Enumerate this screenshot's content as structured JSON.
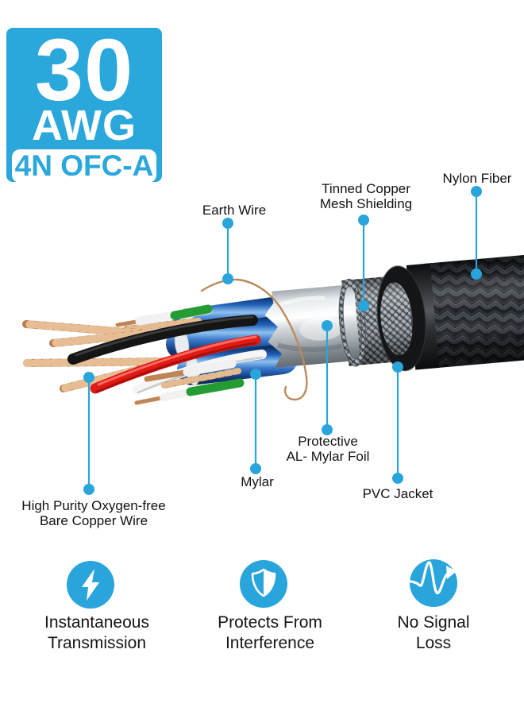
{
  "badge": {
    "gauge": "30",
    "gauge_unit": "AWG",
    "material": "4N OFC-A"
  },
  "diagram": {
    "earth_wire": "Earth Wire",
    "tinned_copper_line1": "Tinned Copper",
    "tinned_copper_line2": "Mesh Shielding",
    "nylon_fiber": "Nylon Fiber",
    "al_mylar_line1": "Protective",
    "al_mylar_line2": "AL- Mylar Foil",
    "mylar": "Mylar",
    "pvc_jacket": "PVC Jacket",
    "copper_line1": "High Purity Oxygen-free",
    "copper_line2": "Bare Copper Wire"
  },
  "features": [
    {
      "icon": "lightning-bolt-icon",
      "line1": "Instantaneous",
      "line2": "Transmission"
    },
    {
      "icon": "shield-icon",
      "line1": "Protects From",
      "line2": "Interference"
    },
    {
      "icon": "signal-wave-icon",
      "line1": "No Signal",
      "line2": "Loss"
    }
  ],
  "colors": {
    "accent_blue": "#29A5DC",
    "badge_blue": "#2AA7DB"
  }
}
